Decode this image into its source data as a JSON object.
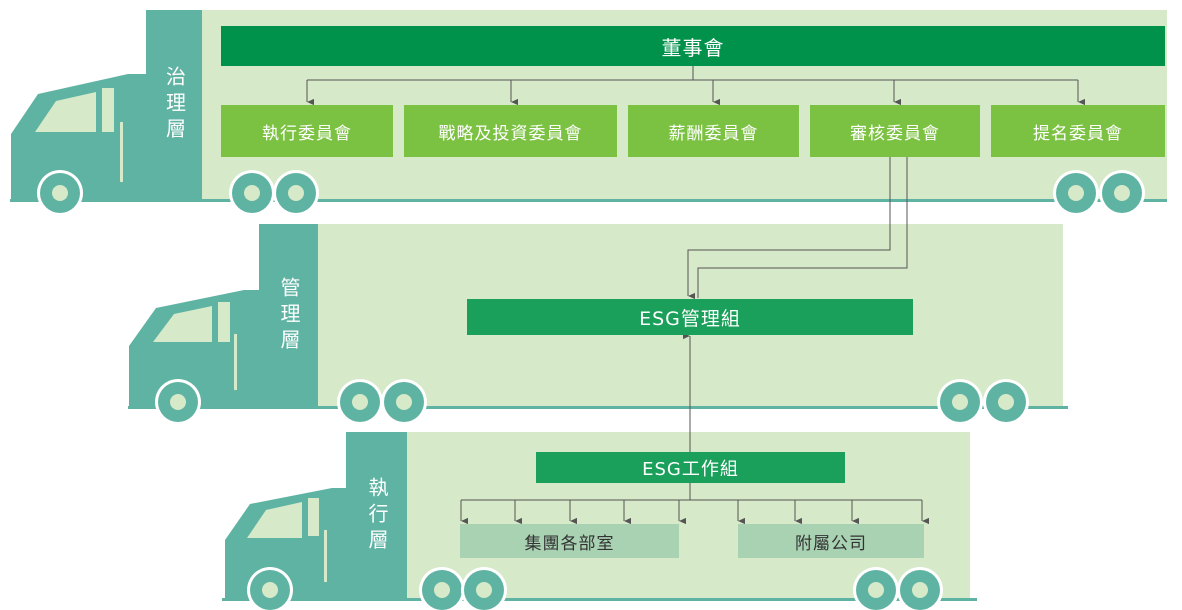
{
  "tiers": {
    "governance": {
      "label": "治理層"
    },
    "management": {
      "label": "管理層"
    },
    "execution": {
      "label": "執行層"
    }
  },
  "board": {
    "label": "董事會"
  },
  "committees": [
    {
      "label": "執行委員會"
    },
    {
      "label": "戰略及投資委員會"
    },
    {
      "label": "薪酬委員會"
    },
    {
      "label": "審核委員會"
    },
    {
      "label": "提名委員會"
    }
  ],
  "esg_management": {
    "label": "ESG管理組"
  },
  "esg_working": {
    "label": "ESG工作組"
  },
  "units": [
    {
      "label": "集團各部室"
    },
    {
      "label": "附屬公司"
    }
  ],
  "colors": {
    "teal": "#5fb3a3",
    "trailer": "#d6e9c8",
    "dark_green": "#00914a",
    "light_green": "#7cc242",
    "pale_green": "#a9d2b3"
  }
}
